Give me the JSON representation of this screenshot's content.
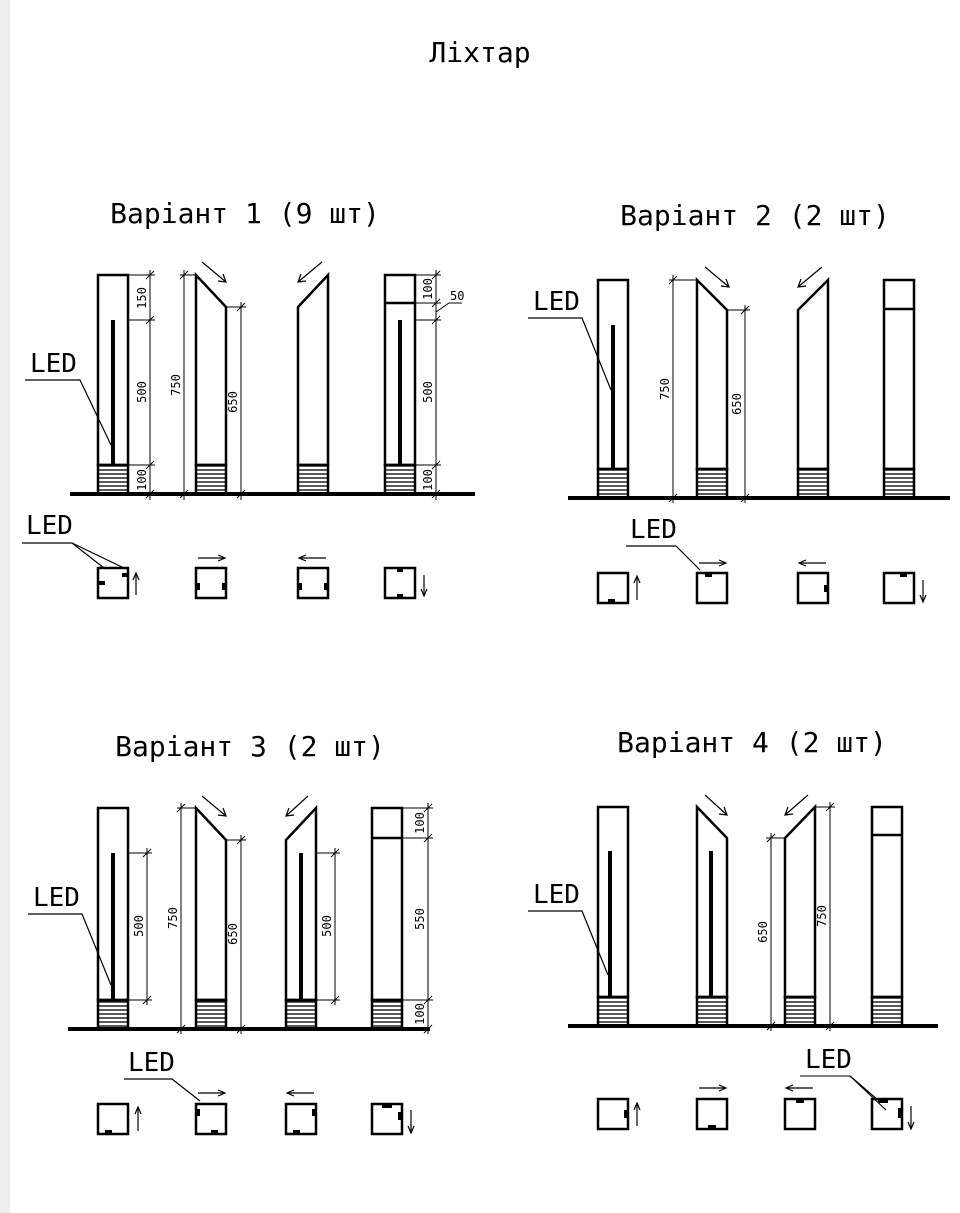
{
  "title": "Ліхтар",
  "led_label": "LED",
  "variants": [
    {
      "title": "Варіант 1 (9 шт)",
      "dims": {
        "d150": "150",
        "d500a": "500",
        "d100a": "100",
        "d750": "750",
        "d650": "650",
        "d100b": "100",
        "d50": "50",
        "d500b": "500",
        "d100c": "100"
      }
    },
    {
      "title": "Варіант 2  (2 шт)",
      "dims": {
        "d750": "750",
        "d650": "650"
      }
    },
    {
      "title": "Варіант 3  (2 шт)",
      "dims": {
        "d500a": "500",
        "d750": "750",
        "d650": "650",
        "d500b": "500",
        "d100a": "100",
        "d550": "550",
        "d100b": "100"
      }
    },
    {
      "title": "Варіант 4  (2 шт)",
      "dims": {
        "d650": "650",
        "d750": "750"
      }
    }
  ]
}
